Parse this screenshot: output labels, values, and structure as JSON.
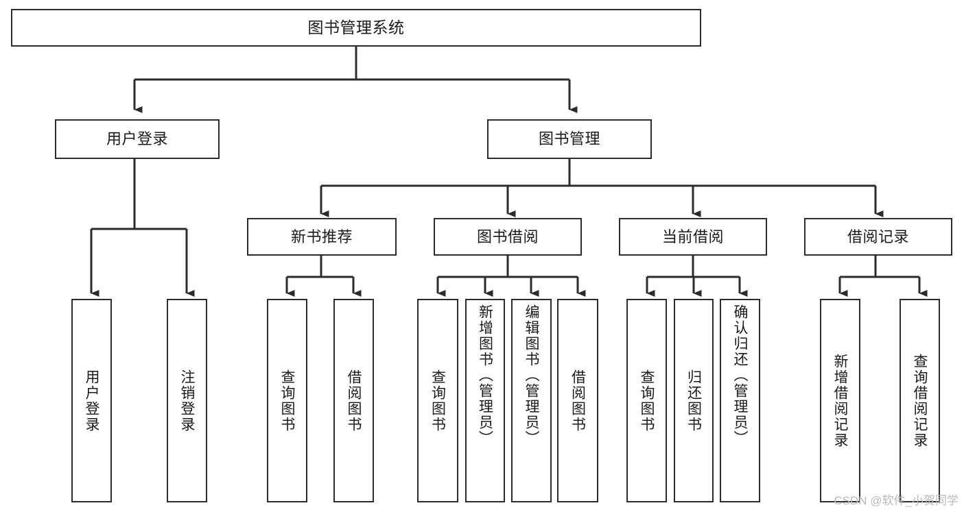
{
  "diagram": {
    "title": "图书管理系统",
    "type": "tree-hierarchy-chart",
    "line_color": "#2b2b2b",
    "box_fill": "#ffffff",
    "text_color": "#1a1a1a",
    "root": {
      "label": "图书管理系统"
    },
    "level2": [
      {
        "label": "用户登录"
      },
      {
        "label": "图书管理"
      }
    ],
    "level3": [
      {
        "label": "新书推荐"
      },
      {
        "label": "图书借阅"
      },
      {
        "label": "当前借阅"
      },
      {
        "label": "借阅记录"
      }
    ],
    "leaves": {
      "user_login": [
        {
          "label": "用户登录"
        },
        {
          "label": "注销登录"
        }
      ],
      "new_book_recommend": [
        {
          "label": "查询图书"
        },
        {
          "label": "借阅图书"
        }
      ],
      "book_borrow": [
        {
          "label": "查询图书"
        },
        {
          "label": "新增图书（管理员）"
        },
        {
          "label": "编辑图书（管理员）"
        },
        {
          "label": "借阅图书"
        }
      ],
      "current_borrow": [
        {
          "label": "查询图书"
        },
        {
          "label": "归还图书"
        },
        {
          "label": "确认归还（管理员）"
        }
      ],
      "borrow_record": [
        {
          "label": "新增借阅记录"
        },
        {
          "label": "查询借阅记录"
        }
      ]
    }
  },
  "watermark": {
    "text": "CSDN @软件_小贺同学"
  }
}
